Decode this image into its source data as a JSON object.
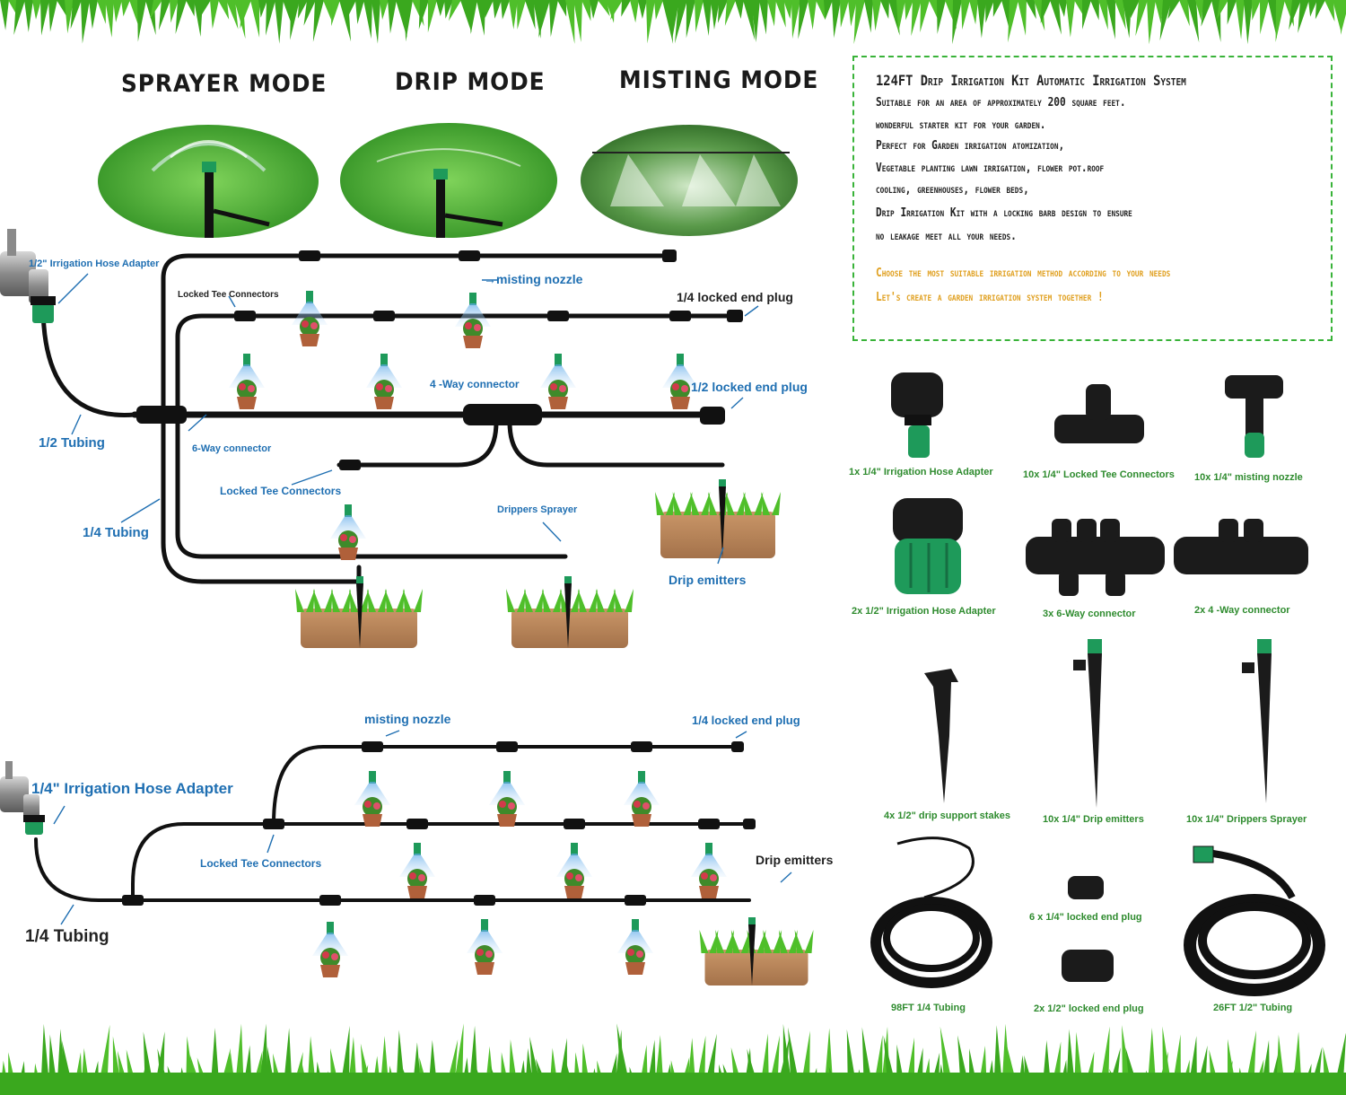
{
  "modes": {
    "sprayer": "SPRAYER MODE",
    "drip": "DRIP MODE",
    "misting": "MISTING MODE"
  },
  "info": {
    "lines": [
      "124FT Drip Irrigation Kit Automatic Irrigation System",
      "Suitable for an area of approximately 200 square feet.",
      "wonderful starter kit for your garden.",
      "Perfect for Garden irrigation atomization,",
      "Vegetable planting lawn irrigation, flower pot.roof",
      "cooling, greenhouses, flower beds,",
      "Drip Irrigation Kit with a locking barb design to ensure",
      "no leakage meet all your  needs."
    ],
    "highlight": [
      "Choose the most suitable irrigation method according to your needs",
      "Let's create a garden irrigation system together !"
    ]
  },
  "diagram1": {
    "hose_adapter": "1/2\" Irrigation Hose Adapter",
    "locked_tee_top": "Locked Tee Connectors",
    "misting_nozzle": "misting nozzle",
    "end_plug_14": "1/4 locked end plug",
    "way4": "4 -Way connector",
    "end_plug_12": "1/2 locked end plug",
    "tubing_12": "1/2 Tubing",
    "way6": "6-Way connector",
    "locked_tee_mid": "Locked Tee Connectors",
    "drippers_sprayer": "Drippers Sprayer",
    "tubing_14": "1/4 Tubing",
    "drip_emitters": "Drip emitters"
  },
  "diagram2": {
    "misting_nozzle": "misting nozzle",
    "end_plug_14": "1/4 locked end plug",
    "hose_adapter": "1/4\" Irrigation Hose Adapter",
    "locked_tee": "Locked Tee Connectors",
    "drip_emitters": "Drip emitters",
    "tubing_14": "1/4 Tubing"
  },
  "parts": [
    {
      "label": "1x  1/4\" Irrigation Hose Adapter"
    },
    {
      "label": "10x  1/4\" Locked Tee Connectors"
    },
    {
      "label": "10x 1/4\" misting nozzle"
    },
    {
      "label": "2x 1/2\" Irrigation Hose Adapter"
    },
    {
      "label": "3x 6-Way connector"
    },
    {
      "label": "2x 4 -Way connector"
    },
    {
      "label": "4x 1/2\" drip support stakes"
    },
    {
      "label": "10x 1/4\"  Drip emitters"
    },
    {
      "label": "10x 1/4\"  Drippers Sprayer"
    },
    {
      "label": "6 x 1/4\" locked end plug"
    },
    {
      "label": "98FT 1/4 Tubing"
    },
    {
      "label": "2x 1/2\"  locked end plug"
    },
    {
      "label": "26FT  1/2\"  Tubing"
    }
  ],
  "colors": {
    "grass": "#4fbf2a",
    "accent_green": "#2e8b2e",
    "label_blue": "#1f6fb2",
    "tube": "#111111",
    "nozzle_green": "#1e9a5a",
    "orange": "#e0a020"
  }
}
